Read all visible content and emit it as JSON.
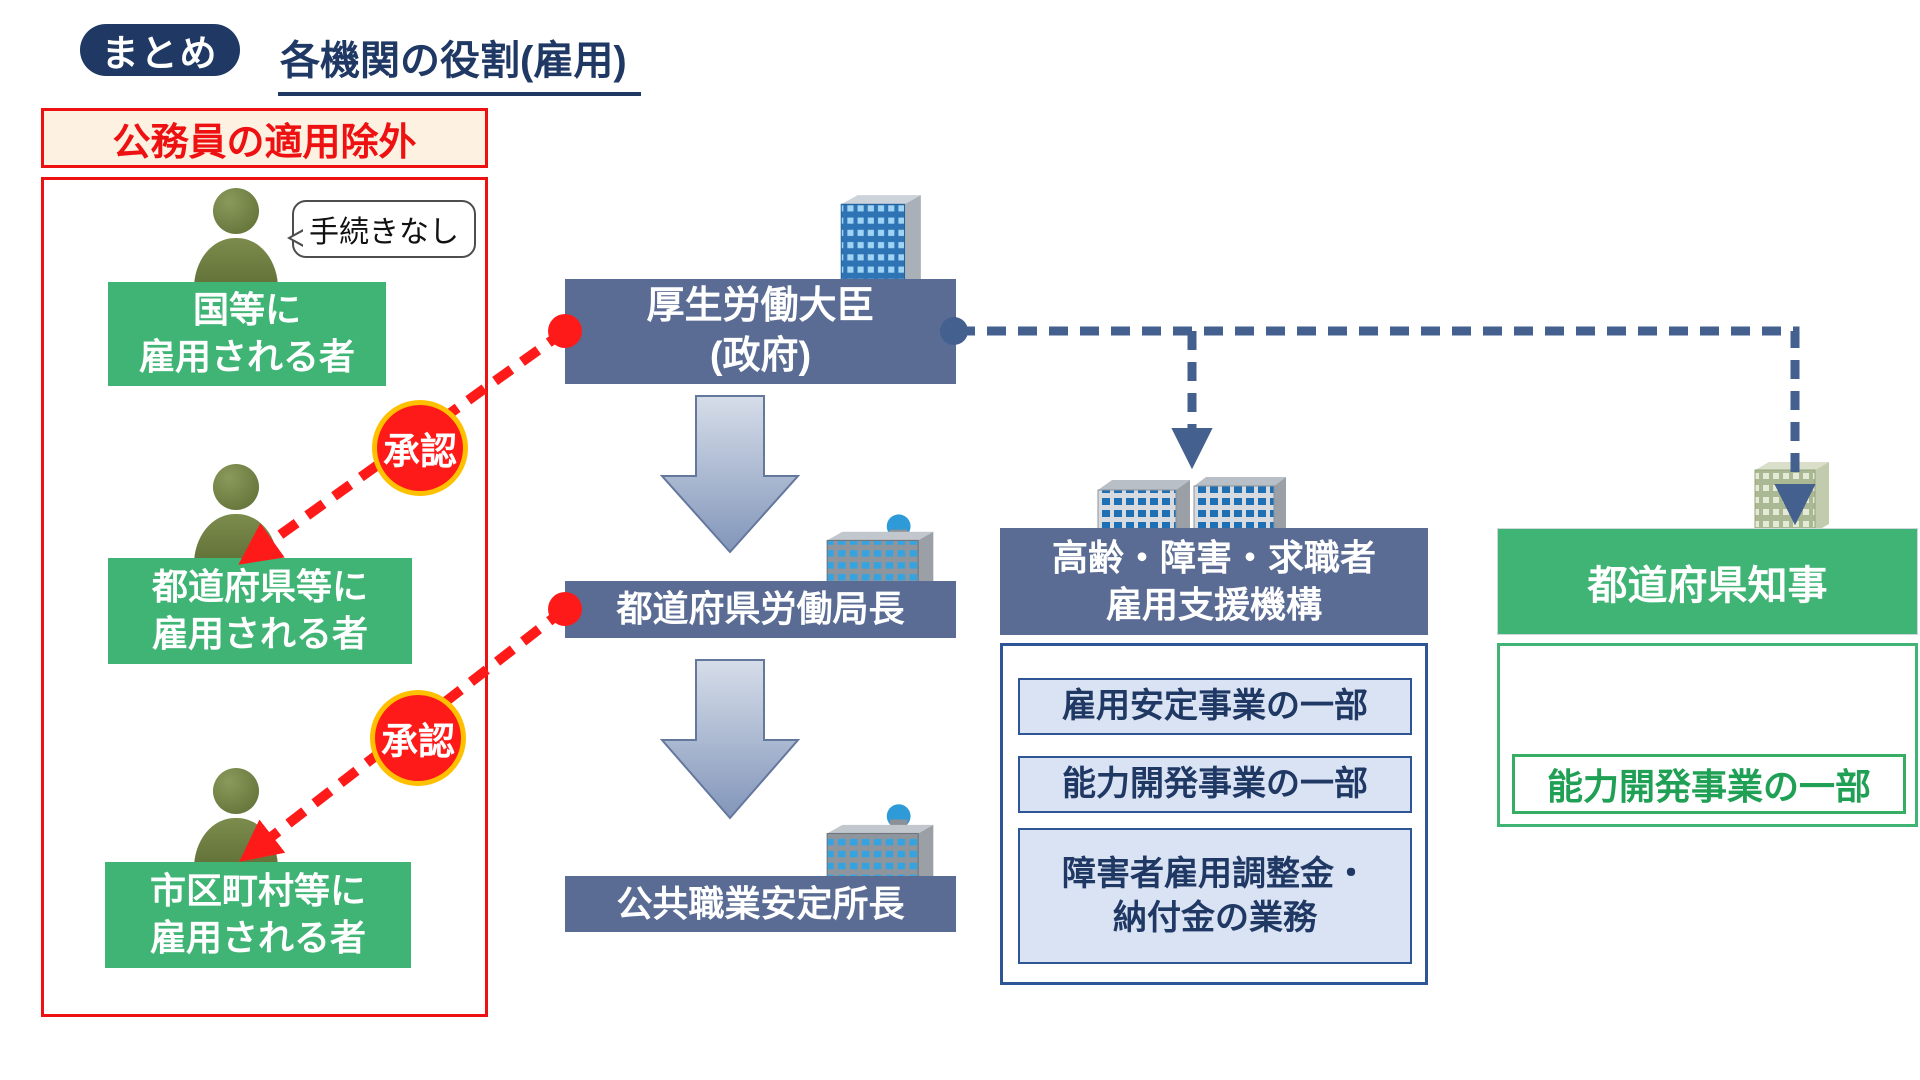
{
  "header": {
    "badge": "まとめ",
    "title": "各機関の役割(雇用)"
  },
  "exclusion": {
    "title": "公務員の適用除外",
    "bubble": "手続きなし",
    "approval": "承認",
    "groups": [
      "国等に\n雇用される者",
      "都道府県等に\n雇用される者",
      "市区町村等に\n雇用される者"
    ]
  },
  "org": {
    "ministry": "厚生労働大臣\n(政府)",
    "labor_bureau": "都道府県労働局長",
    "employment_office": "公共職業安定所長",
    "jeed": "高齢・障害・求職者\n雇用支援機構",
    "jeed_tasks": [
      "雇用安定事業の一部",
      "能力開発事業の一部",
      "障害者雇用調整金・\n納付金の業務"
    ],
    "governor": "都道府県知事",
    "governor_task": "能力開発事業の一部"
  },
  "icons": {
    "ministry_building": "office-building-icon",
    "bureau_building": "dome-building-icon",
    "office_building": "dome-building-icon",
    "jeed_buildings": "twin-buildings-icon",
    "governor_building": "green-building-icon",
    "persons": "worker-person-icon"
  },
  "colors": {
    "navy": "#1f3864",
    "slate_blue": "#5a6c94",
    "green": "#3fb475",
    "red": "#ff1a1a",
    "gold_ring": "#ffc000",
    "dash_blue": "#44608f",
    "task_fill": "#dae3f3",
    "cream": "#fdf1e2"
  }
}
